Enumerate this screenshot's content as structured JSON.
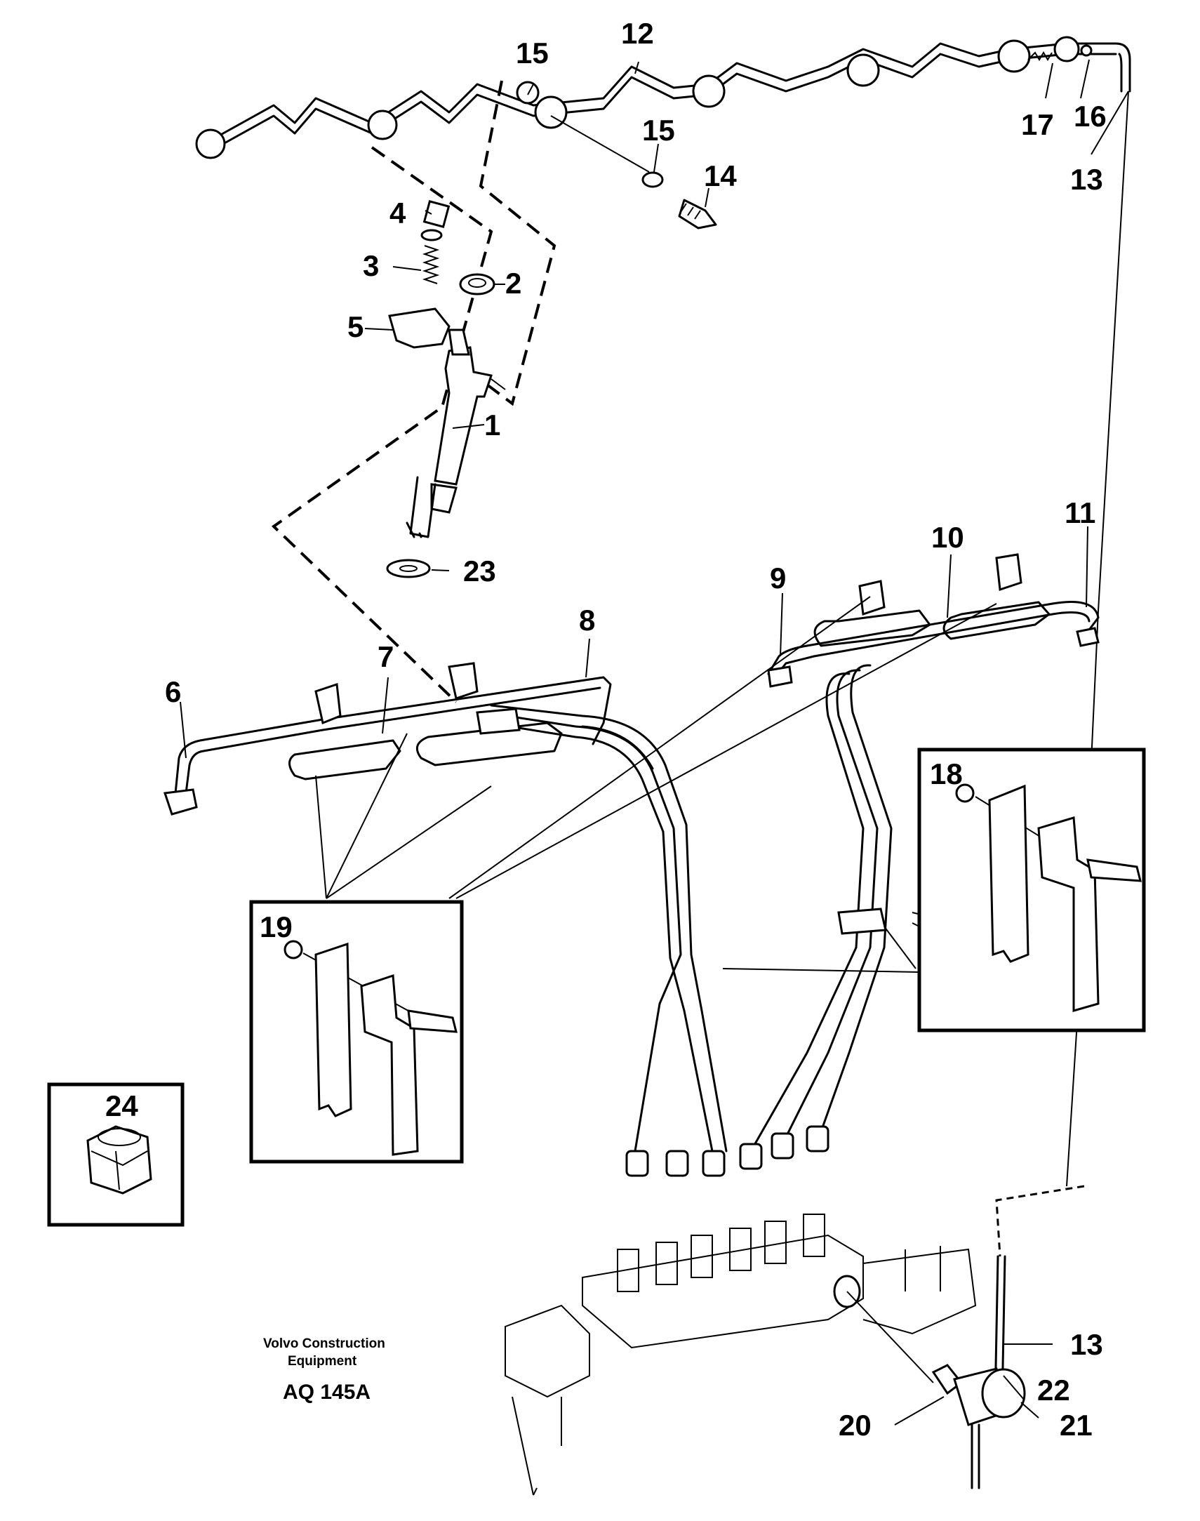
{
  "callouts": {
    "c1": "1",
    "c2": "2",
    "c3": "3",
    "c4": "4",
    "c5": "5",
    "c6": "6",
    "c7": "7",
    "c8": "8",
    "c9": "9",
    "c10": "10",
    "c11": "11",
    "c12": "12",
    "c13a": "13",
    "c13b": "13",
    "c14": "14",
    "c15a": "15",
    "c15b": "15",
    "c16": "16",
    "c17": "17",
    "c18": "18",
    "c19": "19",
    "c20": "20",
    "c21": "21",
    "c22": "22",
    "c23": "23",
    "c24": "24"
  },
  "caption": {
    "line1": "Volvo Construction",
    "line2": "Equipment",
    "code": "AQ 145A"
  }
}
